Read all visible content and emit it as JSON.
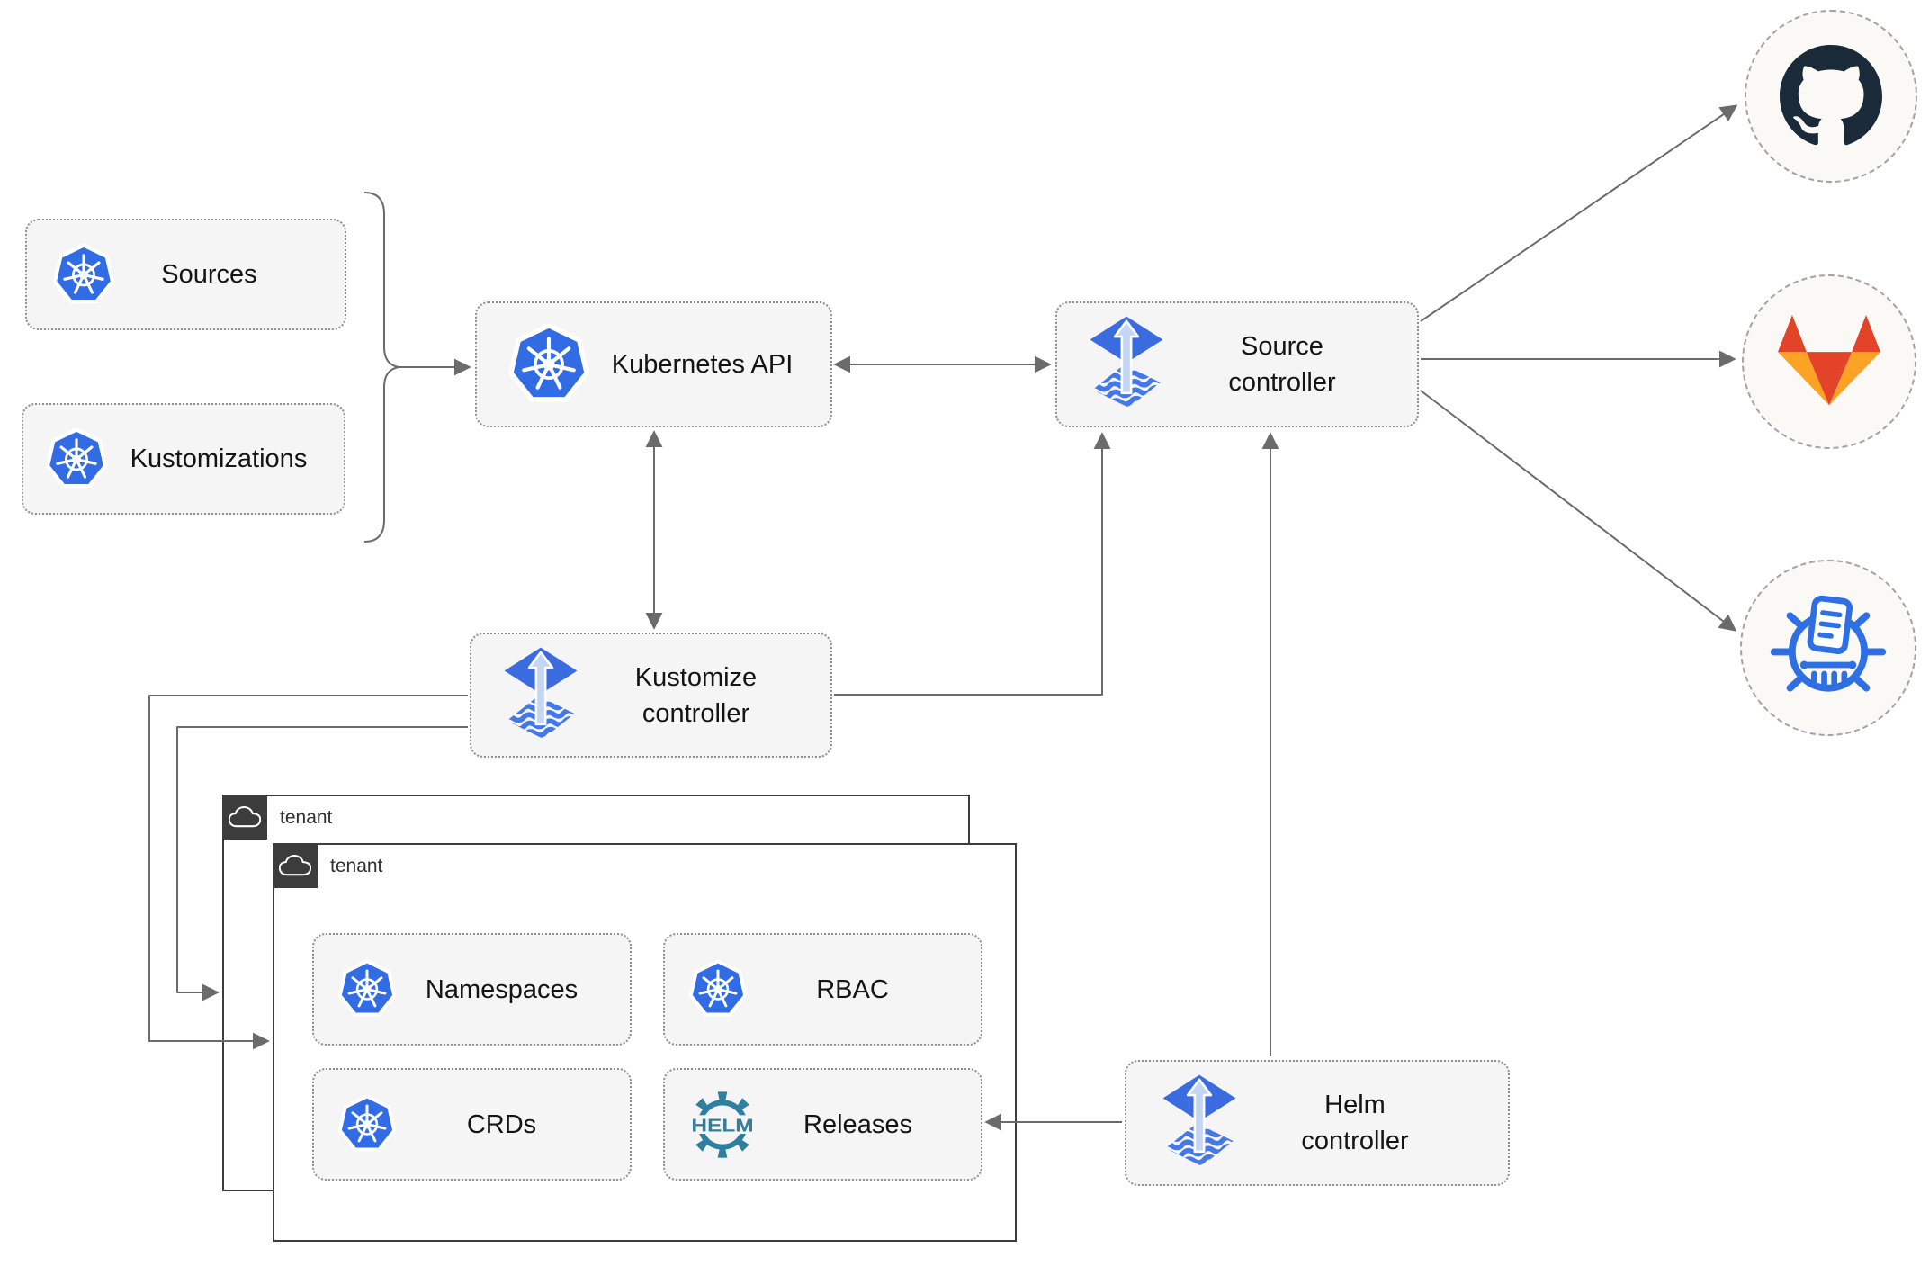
{
  "diagram": {
    "nodes": {
      "sources": {
        "label": "Sources",
        "icon": "kubernetes-icon"
      },
      "kustomizations": {
        "label": "Kustomizations",
        "icon": "kubernetes-icon"
      },
      "kubernetes_api": {
        "label": "Kubernetes API",
        "icon": "kubernetes-icon"
      },
      "source_controller": {
        "label": "Source controller",
        "icon": "flux-icon"
      },
      "kustomize_controller": {
        "label": "Kustomize controller",
        "icon": "flux-icon"
      },
      "helm_controller": {
        "label": "Helm controller",
        "icon": "flux-icon"
      },
      "tenant_back": {
        "label": "tenant",
        "icon": "cloud-icon"
      },
      "tenant_front": {
        "label": "tenant",
        "icon": "cloud-icon"
      },
      "namespaces": {
        "label": "Namespaces",
        "icon": "kubernetes-icon"
      },
      "rbac": {
        "label": "RBAC",
        "icon": "kubernetes-icon"
      },
      "crds": {
        "label": "CRDs",
        "icon": "kubernetes-icon"
      },
      "releases": {
        "label": "Releases",
        "icon": "helm-icon"
      },
      "github": {
        "icon": "github-icon"
      },
      "gitlab": {
        "icon": "gitlab-icon"
      },
      "chartmuseum": {
        "icon": "chartmuseum-icon"
      }
    },
    "colors": {
      "kubernetes_blue": "#326ce5",
      "flux_blue": "#3a6ce0",
      "flux_stripe_blue": "#4478e8",
      "flux_arrow_pale": "#c5d6f4",
      "helm_teal": "#2f7f9f",
      "chartmuseum_blue": "#2f6fe4",
      "github_dark": "#1b2a38",
      "gitlab_dark_orange": "#e24329",
      "gitlab_light_orange": "#fca326",
      "node_fill": "#f5f5f5",
      "node_border": "#8f8f8f",
      "edge_gray": "#6b6b6b",
      "tenant_border": "#3c3c3c"
    }
  }
}
